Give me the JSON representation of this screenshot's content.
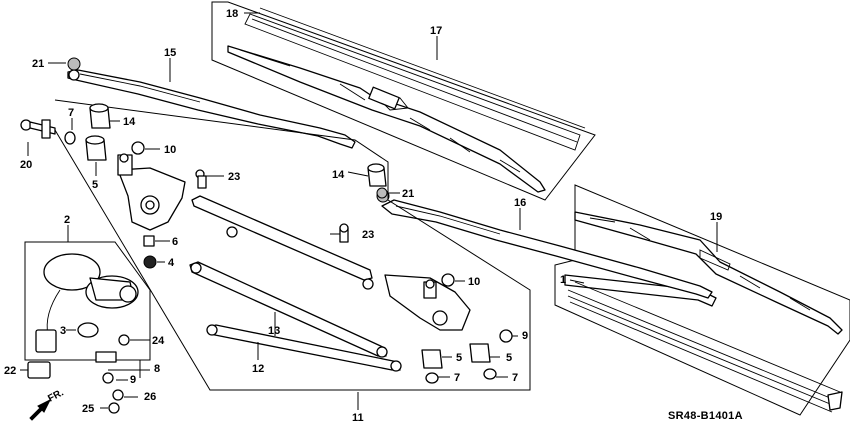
{
  "diagram": {
    "callouts": {
      "c1": "1",
      "c2": "2",
      "c3": "3",
      "c4": "4",
      "c5a": "5",
      "c5b": "5",
      "c5c": "5",
      "c6": "6",
      "c7a": "7",
      "c7b": "7",
      "c7c": "7",
      "c8": "8",
      "c9a": "9",
      "c9b": "9",
      "c10a": "10",
      "c10b": "10",
      "c11": "11",
      "c12": "12",
      "c13": "13",
      "c14a": "14",
      "c14b": "14",
      "c15": "15",
      "c16": "16",
      "c17": "17",
      "c18": "18",
      "c19": "19",
      "c20": "20",
      "c21a": "21",
      "c21b": "21",
      "c22": "22",
      "c23a": "23",
      "c23b": "23",
      "c24": "24",
      "c25": "25",
      "c26": "26"
    },
    "direction_label": "FR.",
    "diagram_code": "SR48-B1401A"
  }
}
